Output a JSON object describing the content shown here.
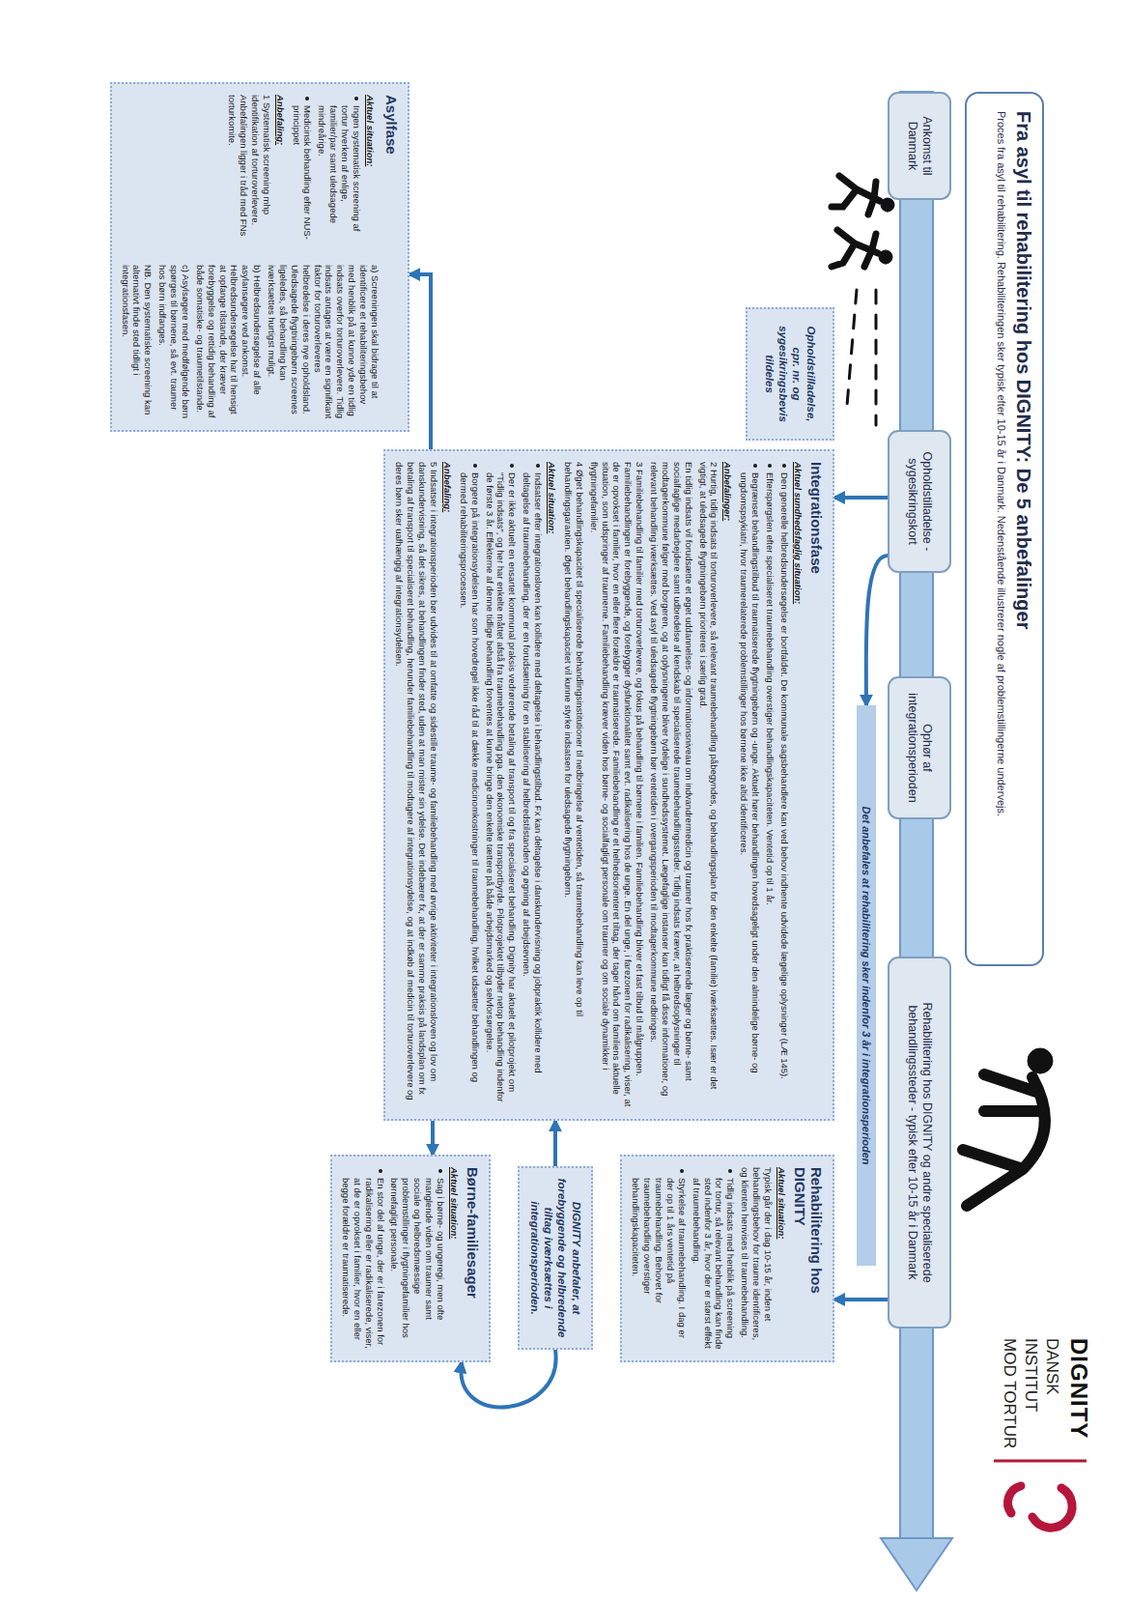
{
  "diagram": {
    "title": "Fra asyl til rehabilitering hos DIGNITY: De 5 anbefalinger",
    "caption": "Proces fra asyl til rehabilitering. Rehabiliteringen sker typisk efter 10-15 år i Danmark. Nedenstående illustrerer nogle af problemstillingerne undervejs.",
    "nodes": [
      {
        "text": [
          "Ankomst til Danmark"
        ]
      },
      {
        "text": [
          "Opholdstilladelse - sygesikringskort"
        ]
      },
      {
        "text": [
          "Ophør af integrationsperioden"
        ]
      },
      {
        "text": [
          "Rehabilitering hos DIGNITY og andre specialiserede behandlingssteder - typisk efter 10-15 år i Danmark"
        ]
      },
      {
        "text": [
          "Det anbefales at rehabilitering sker indenfor 3 år i integrationsperioden"
        ]
      },
      {
        "text": [
          "Opholdstilladelse, cpr. nr. og sygesikringsbevis tildeles"
        ]
      },
      {
        "text": [
          "Asylfase",
          "Aktuel situation:",
          "Ingen systematisk screening af tortur hverken af enlige, familier/par samt uledsagede mindreårige.",
          "Medicinsk behandling efter NUS-princippet",
          "Anbefaling:",
          "1 Systematisk screening mhp identifikation af torturoverlevere. Anbefalingen ligger i tråd med FNs torturkomite.",
          "a) Screeningen skal bidrage til at identificere et rehabiliteringsbehov med henblik på at kunne yde en tidlig indsats overfor torturoverlevere. Tidlig indsats antages at være en signifikant faktor for torturoverleveres helbredelse i deres nye opholdsland. Uledsagede flygtningebørn screenes ligeledes, så behandling kan iværksættes hurtigst muligt.",
          "b) Helbredsundersøgelse af alle asylansøgere ved ankomst. Helbredsundersøgelse har til hensigt at opfange tilstande, der kræver forebyggelse og rettidig behandling af både somatiske- og traumetilstande.",
          "c) Asylsøgere med medfølgende børn spørges til børnene, så evt. traumer hos børn indfanges.",
          "NB. Den systematiske screening kan alternativt finde sted tidligt i integrationsfasen."
        ]
      },
      {
        "text": [
          "Integrationsfase",
          "Aktuel sundhedsfaglig situation:",
          "Den generelle helbredsundersøgelse er bortfaldet. De kommunale sagsbehandlere kan ved behov indhente udvidede lægelige oplysninger (LÆ 145).",
          "Efterspørgslen efter specialiseret traumebehandling overstiger behandlingskapaciteten. Ventetid op til 1 år.",
          "Begrænset behandlingstilbud til traumatiserede flygtningebørn og -unge. Aktuelt hører behandlingen hovedsageligt under den almindelige børne- og ungdomspsykiatri, hvor traumerelaterede problemstillinger hos børnene ikke altid identificeres.",
          "Anbefalinger:",
          "2 Hurtig, tidlig indsats til torturoverlevere, så relevant traumebehandling påbegyndes, og behandlingsplan for den enkelte (familie) iværksættes. Især er det vigtigt, at uledsagede flygtningebørn prioriteres i særlig grad.",
          "En tidlig indsats vil forudsætte et øget uddannelses- og informationsniveau om indvandrermedicin og traumer hos fx praktiserende læger og børne- samt socialfaglige medarbejdere samt udbredelse af kendskab til specialiserede traumebehandlingssteder. Tidlig indsats kræver, at helbredsoplysninger til modtagerkommune følger med borgeren, og at oplysningerne bliver tydelige i sundhedssystemet. Lægefaglige instanser kan tidligt få disse informationer, og relevant behandling iværksættes. Ved asyl til uledsagede flygtningebørn bør ventetiden i overgangsperioden til modtagerkommune nedbringes.",
          "3 Familiebehandling til familier med torturoverlevere, og fokus på behandling til børnene i familien. Familiebehandling bliver et fast tilbud til målgruppen. Familiebehandlingen er forebyggende, og forebygger dysfunktionalitet samt evt. radikalisering hos de unge. En del unge, i farezonen for radikalisering, viser, at de er opvokset i familier, hvor en eller flere forældre er traumatiserede. Familiebehandling er et helhedsorienteret tiltag, der tager hånd om familiens aktuelle situation, som udspringer af traumerne. Familiebehandling kræver viden hos børne- og socialfagligt personale om traumer og om sociale dynamikker i flygtningefamilier.",
          "4 Øget behandlingskapacitet til specialiserede behandlingsinstitutioner til nedbringelse af ventetiden, så traumebehandling kan leve op til behandlingsgarantien. Øget behandlingskapacitet vil kunne styrke indsatsen for uledsagede flygtningebørn.",
          "Aktuel situation:",
          "Indsatser efter integrationsloven kan kollidere med deltagelse i behandlingstilbud. Fx kan deltagelse i danskundervisning og jobpraktik kollidere med deltagelse af traumebehandling, der er en forudsætning for en stabilisering af helbredstilstanden og øgning af arbejdsevnen.",
          "Der er ikke aktuelt en ensartet kommunal praksis vedrørende betaling af transport til og fra specialiseret behandling. Dignity har aktuelt et pilotprojekt om \"Tidlig indsats\", og her har enkelte måttet afstå fra traumebehandling pga. den økonomiske transportbyrde. Pilotprojektet tilbyder netop behandling indenfor de første 3 år. Effekterne af denne tidlige behandling forventes at kunne bringe den enkelte tættere på både arbejdsmarked og selvforsørgelse.",
          "Borgere på integrationsydelsen har som hovedregel ikke råd til at dække medicinomkostninger til traumebehandling, hvilket udsætter behandlingen og dermed rehabiliteringsprocessen.",
          "Anbefaling:",
          "5 Indsatser i integrationsperioden bør udvides til at omfatte og sidestille traume- og familiebehandling med øvrige aktiviteter i integrationsloven og lov om danskundervisning, så det sikres, at behandlingen finder sted, uden at man mister sin ydelse. Det indebærer fx, at der er samme praksis på landsplan om fx betaling af transport til specialiseret behandling, herunder familiebehandling til modtagere af integrationsydelse, og at indkøb af medicin til torturoverlevere og deres børn sker uafhængig af integrationsydelsen."
        ]
      },
      {
        "text": [
          "Rehabilitering hos DIGNITY",
          "Aktuel situation:",
          "Typisk går der i dag 10-15 år, inden et behandlingsbehov for traume identificeres, og klienten henvises til traumebehandling.",
          "Tidlig indsats med henblik på screening for tortur, så relevant behandling kan finde sted indenfor 3 år, hvor der er størst effekt af traumebehandling.",
          "Styrkelse af traumebehandling. I dag er der op til 1 års ventetid på traumebehandling. Behovet for traumebehandling overstiger behandlingskapaciteten."
        ]
      },
      {
        "text": [
          "DIGNITY anbefaler, at forebyggende og helbredende tiltag iværksættes i integrationsperioden."
        ]
      },
      {
        "text": [
          "Børne-familiesager",
          "Aktuel situation:",
          "Sag i børne- og ungeregi, men ofte manglende viden om traumer samt sociale og helbredsmæssige problemstillinger i flygtningefamilier hos børnefagligt personale.",
          "En stor del af unge, der er i farezonen for radikalisering eller er radikaliserede, viser, at de er opvokset i familier, hvor en eller begge forældre er traumatiserede."
        ]
      }
    ],
    "edges": [
      {
        "from": 1,
        "to": 7,
        "arrow": "to"
      },
      {
        "from": 1,
        "to": 4,
        "arrow": "to"
      },
      {
        "from": 3,
        "to": 8,
        "arrow": "to"
      },
      {
        "from": 7,
        "to": 10,
        "arrow": "to"
      },
      {
        "from": 9,
        "to": 7,
        "arrow": "to"
      },
      {
        "from": 9,
        "to": 10,
        "arrow": "to"
      },
      {
        "from": 7,
        "to": 6,
        "arrow": "to"
      }
    ],
    "labels": [
      "DIGNITY",
      "DANSK",
      "INSTITUT",
      "MOD TORTUR"
    ]
  }
}
